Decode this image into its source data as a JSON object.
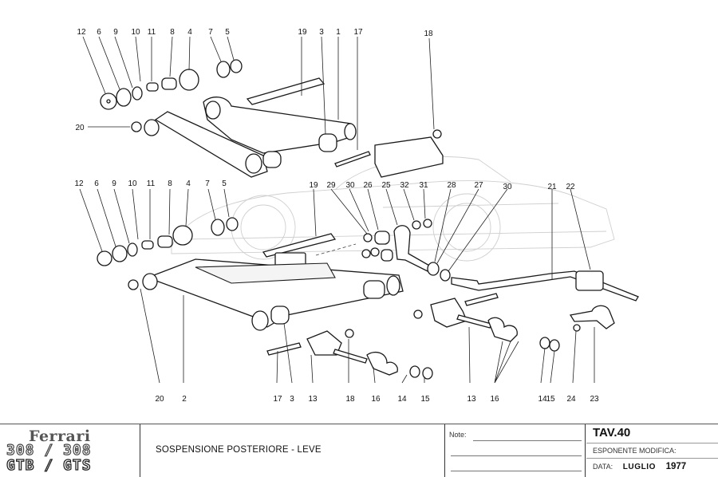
{
  "document": {
    "type": "parts-catalog-plate",
    "brand": "Ferrari",
    "models_line": "308 / 308",
    "variants_line": "GTB / GTS",
    "description": "SOSPENSIONE POSTERIORE - LEVE",
    "notes_label": "Note:",
    "plate_number": "TAV.40",
    "modification_label": "ESPONENTE MODIFICA:",
    "date_label": "DATA:",
    "date_month": "LUGLIO",
    "date_year": "1977"
  },
  "callouts": {
    "upper_top_row": [
      "12",
      "6",
      "9",
      "10",
      "11",
      "8",
      "4",
      "7",
      "5",
      "19",
      "3",
      "1",
      "17",
      "18"
    ],
    "upper_left": "20",
    "lower_top_row": [
      "12",
      "6",
      "9",
      "10",
      "11",
      "8",
      "4",
      "7",
      "5",
      "19",
      "29",
      "30",
      "26",
      "25",
      "32",
      "31",
      "28",
      "27",
      "30",
      "21",
      "22"
    ],
    "bottom_row": [
      "20",
      "2",
      "17",
      "3",
      "13",
      "18",
      "16",
      "14",
      "15",
      "13",
      "16",
      "14",
      "15",
      "24",
      "23"
    ]
  }
}
